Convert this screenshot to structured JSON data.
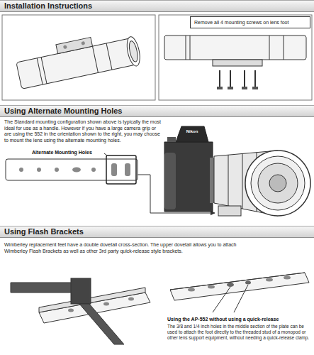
{
  "diagram": {
    "nodes": [
      {
        "text": [
          "Installation Instructions"
        ]
      },
      {
        "text": [
          "Remove all 4 mounting screws on lens foot"
        ]
      },
      {
        "text": [
          "Using Alternate Mounting Holes"
        ]
      },
      {
        "text": [
          "Using Flash Brackets"
        ]
      }
    ],
    "labels": [
      "The Standard mounting configuration shown above is typically the most ideal for use as a handle. However if you have a large camera grip or are using the 552 in the orientation shown to the right, you may choose to mount the lens using the alternate mounting holes.",
      "Alternate Mounting Holes",
      "Nikon",
      "Wimberley replacement feet have a double dovetail cross-section. The upper dovetail allows you to attach Wimberley Flash Brackets as well as other 3rd party quick-release style brackets.",
      "Using the AP-552 without using a quick-release",
      "The 3/8 and 1/4 inch holes in the middle section of the plate can be used to attach the foot directly to the threaded stud of a monopod or other lens support equipment, without needing a quick-release clamp."
    ]
  }
}
